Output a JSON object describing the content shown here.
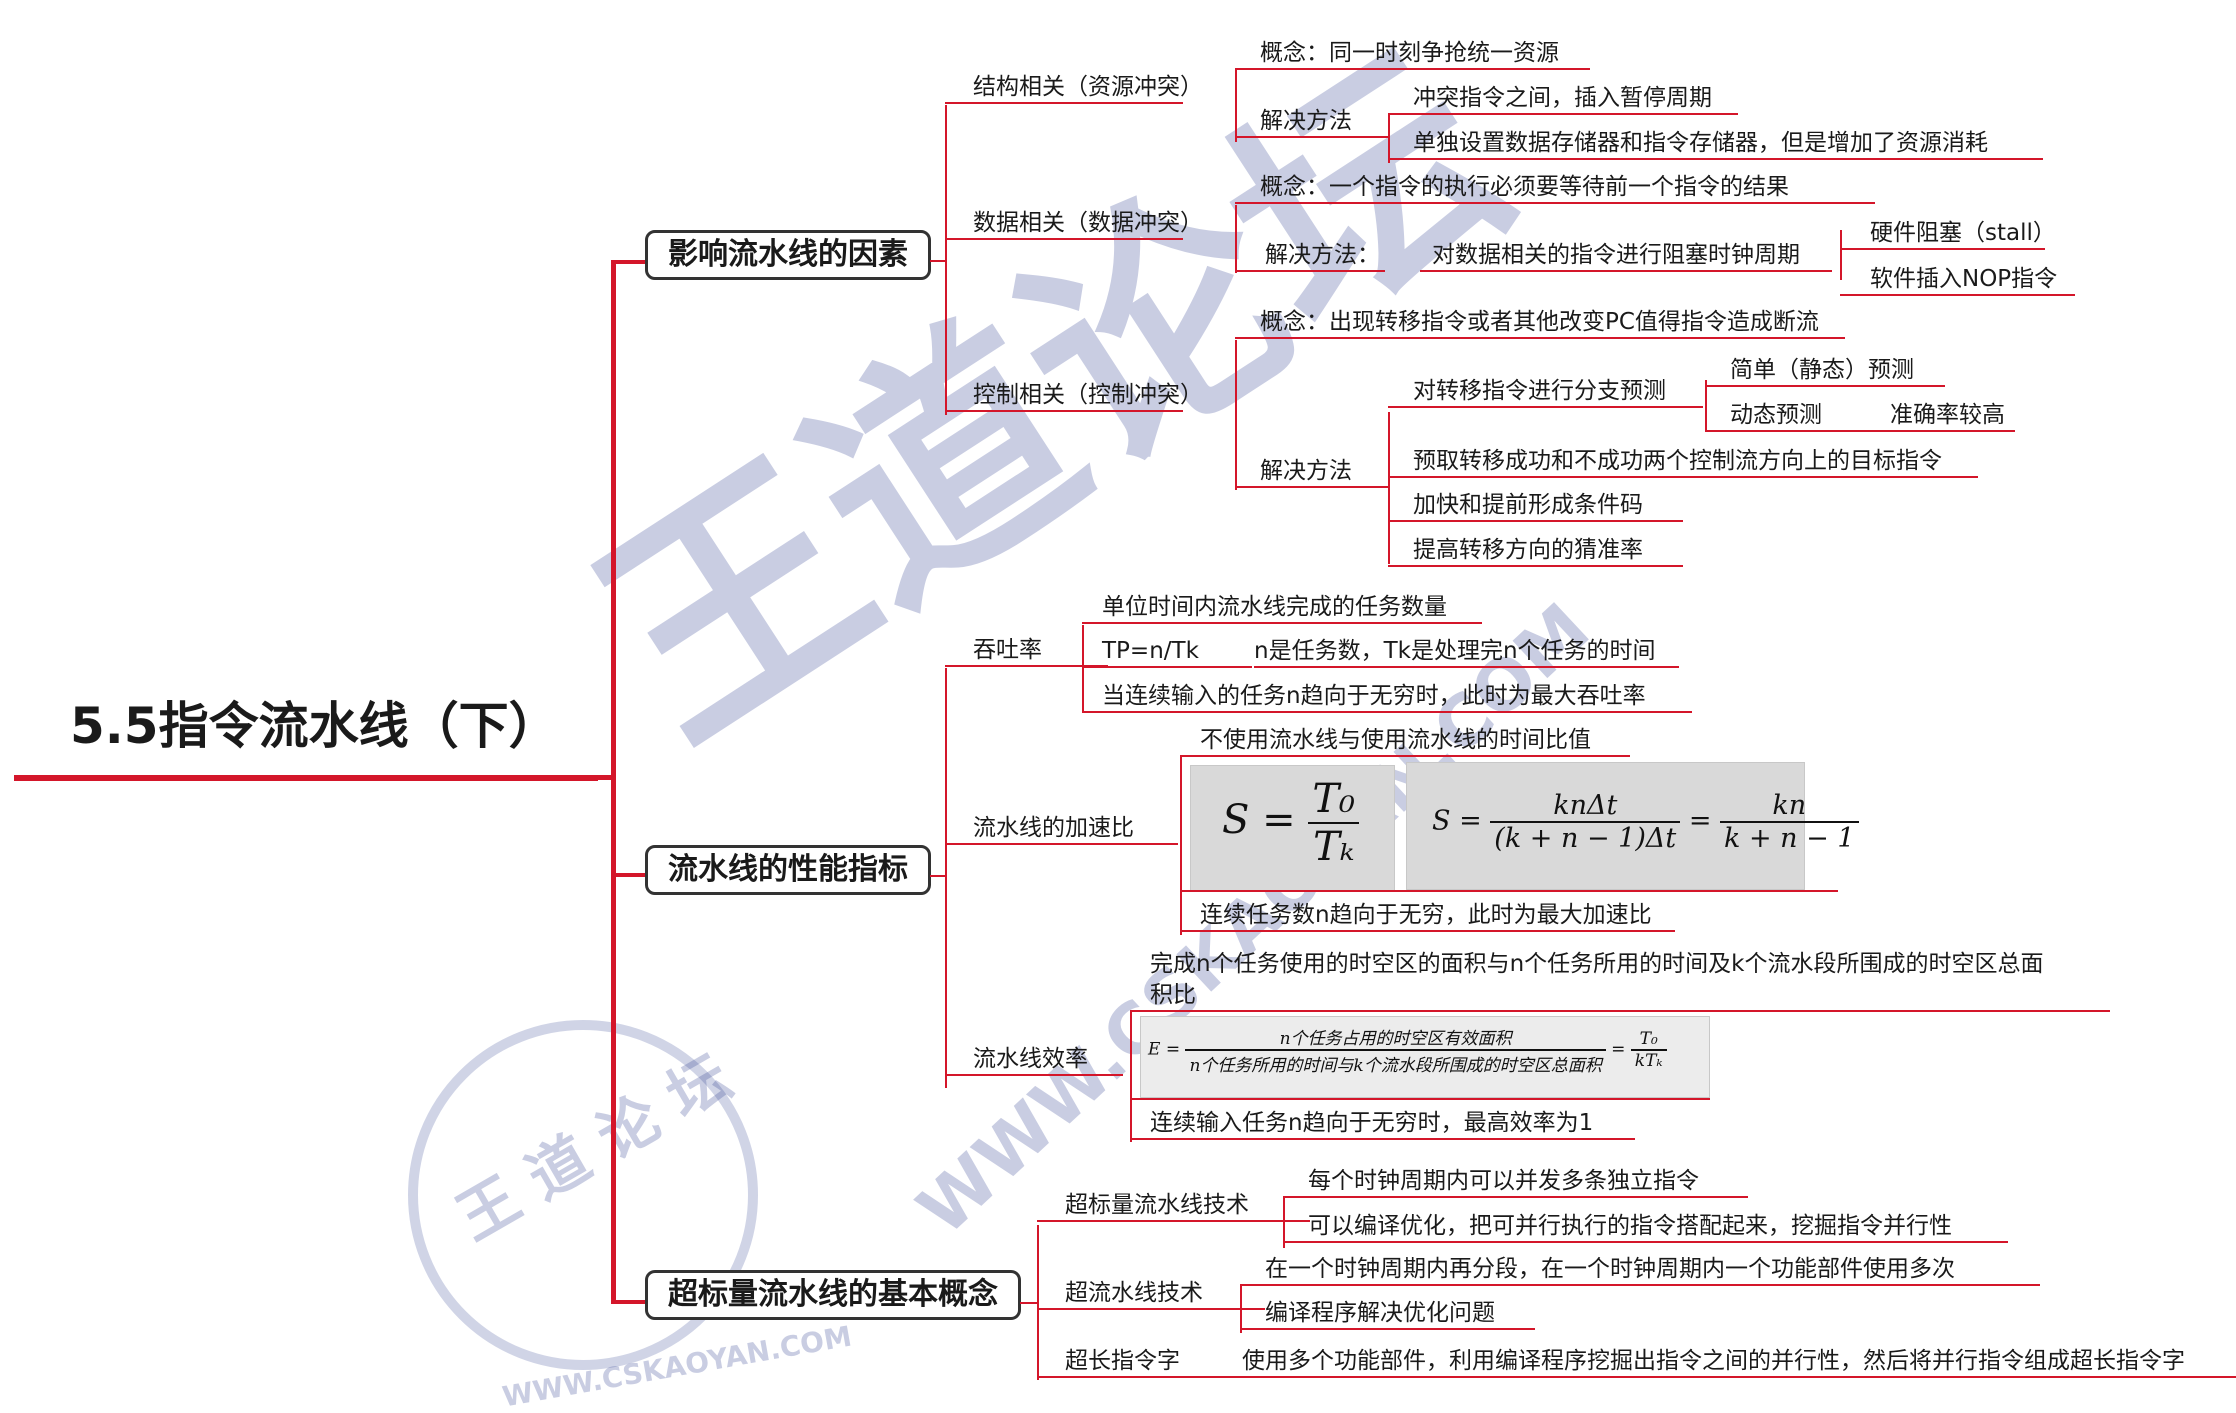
{
  "root": "5.5指令流水线（下）",
  "b1": {
    "title": "影响流水线的因素",
    "s1": {
      "label": "结构相关（资源冲突）",
      "concept": "概念：同一时刻争抢统一资源",
      "sol": "解决方法",
      "sol1": "冲突指令之间，插入暂停周期",
      "sol2": "单独设置数据存储器和指令存储器，但是增加了资源消耗"
    },
    "s2": {
      "label": "数据相关（数据冲突）",
      "concept": "概念：一个指令的执行必须要等待前一个指令的结果",
      "sol": "解决方法：",
      "sol1": "对数据相关的指令进行阻塞时钟周期",
      "hw": "硬件阻塞（stall）",
      "sw": "软件插入NOP指令"
    },
    "s3": {
      "label": "控制相关（控制冲突）",
      "concept": "概念：出现转移指令或者其他改变PC值得指令造成断流",
      "sol": "解决方法",
      "bp": "对转移指令进行分支预测",
      "static": "简单（静态）预测",
      "dyn": "动态预测",
      "acc": "准确率较高",
      "a2": "预取转移成功和不成功两个控制流方向上的目标指令",
      "a3": "加快和提前形成条件码",
      "a4": "提高转移方向的猜准率"
    }
  },
  "b2": {
    "title": "流水线的性能指标",
    "tp": {
      "label": "吞吐率",
      "i1": "单位时间内流水线完成的任务数量",
      "f": "TP=n/Tk",
      "fd": "n是任务数，Tk是处理完n个任务的时间",
      "i3": "当连续输入的任务n趋向于无穷时，此时为最大吞吐率"
    },
    "sp": {
      "label": "流水线的加速比",
      "i1": "不使用流水线与使用流水线的时间比值",
      "i3": "连续任务数n趋向于无穷，此时为最大加速比",
      "f1": {
        "lhs": "S =",
        "num": "T₀",
        "den": "Tₖ"
      },
      "f2": {
        "lhs": "S =",
        "num": "knΔt",
        "den": "(k + n − 1)Δt",
        "eq": "=",
        "num2": "kn",
        "den2": "k + n − 1"
      }
    },
    "ef": {
      "label": "流水线效率",
      "i1a": "完成n个任务使用的时空区的面积与n个任务所用的时间及k个流水段所围成的时空区总面",
      "i1b": "积比",
      "i3": "连续输入任务n趋向于无穷时，最高效率为1",
      "f": {
        "lhs": "E =",
        "num": "n个任务占用的时空区有效面积",
        "den": "n个任务所用的时间与k个流水段所围成的时空区总面积",
        "eq": "=",
        "num2": "T₀",
        "den2": "kTₖ"
      }
    }
  },
  "b3": {
    "title": "超标量流水线的基本概念",
    "ss": {
      "label": "超标量流水线技术",
      "i1": "每个时钟周期内可以并发多条独立指令",
      "i2": "可以编译优化，把可并行执行的指令搭配起来，挖掘指令并行性"
    },
    "sp": {
      "label": "超流水线技术",
      "i1": "在一个时钟周期内再分段，在一个时钟周期内一个功能部件使用多次",
      "i2": "编译程序解决优化问题"
    },
    "vliw": {
      "label": "超长指令字",
      "i1": "使用多个功能部件，利用编译程序挖掘出指令之间的并行性，然后将并行指令组成超长指令字"
    }
  },
  "watermark": {
    "main": "王道论坛",
    "url": "WWW.CSKAOYAN.COM",
    "seal_top": "王 道 论 坛",
    "seal_url": "WWW.CSKAOYAN.COM"
  },
  "colors": {
    "branch": "#d4162a",
    "watermark": "#2b3c8f"
  }
}
